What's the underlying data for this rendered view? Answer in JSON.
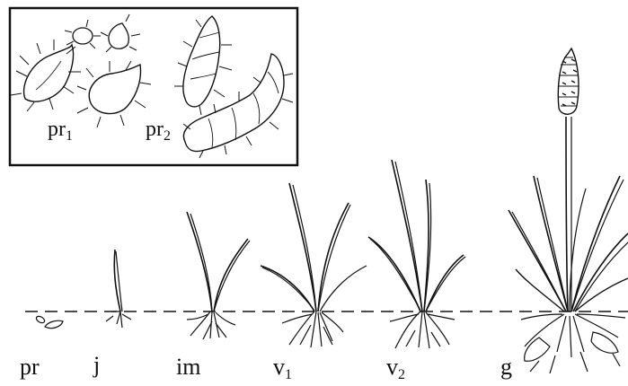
{
  "figure": {
    "inset": {
      "labels": [
        {
          "id": "pr1",
          "base": "pr",
          "sub": "1"
        },
        {
          "id": "pr2",
          "base": "pr",
          "sub": "2"
        }
      ]
    },
    "stages": [
      {
        "id": "pr",
        "base": "pr",
        "sub": ""
      },
      {
        "id": "j",
        "base": "j",
        "sub": ""
      },
      {
        "id": "im",
        "base": "im",
        "sub": ""
      },
      {
        "id": "v1",
        "base": "v",
        "sub": "1"
      },
      {
        "id": "v2",
        "base": "v",
        "sub": "2"
      },
      {
        "id": "g",
        "base": "g",
        "sub": ""
      }
    ],
    "colors": {
      "ink": "#111111",
      "background": "#ffffff"
    }
  }
}
